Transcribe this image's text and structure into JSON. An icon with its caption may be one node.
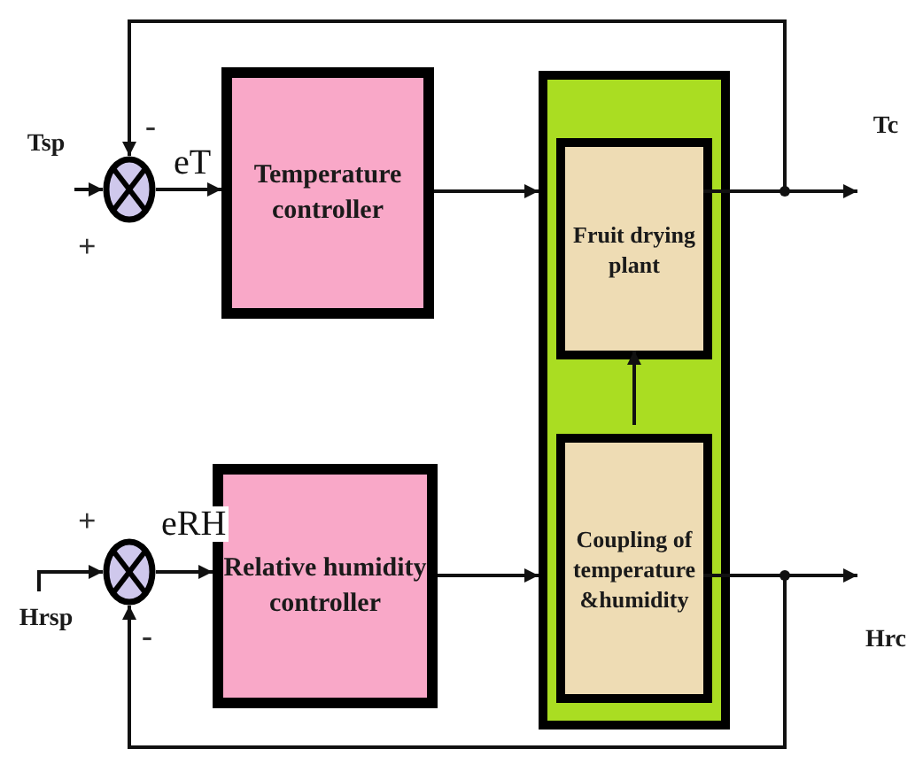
{
  "diagram": {
    "nodes": [
      {
        "text": [
          "Tsp"
        ]
      },
      {
        "text": [],
        "shape": "circle",
        "beside": [
          "-",
          "+"
        ]
      },
      {
        "text": [
          "Temperature controller"
        ]
      },
      {
        "text": [
          "Hrsp"
        ]
      },
      {
        "text": [],
        "shape": "circle",
        "beside": [
          "+",
          "-"
        ]
      },
      {
        "text": [
          "Relative humidity controller"
        ]
      },
      {
        "text": [],
        "shape": "box"
      },
      {
        "text": [
          "Fruit drying plant"
        ],
        "in": 6
      },
      {
        "text": [
          "Coupling of temperature &humidity"
        ],
        "in": 6
      },
      {
        "text": [
          "Tc"
        ]
      },
      {
        "text": [
          "Hrc"
        ]
      }
    ],
    "edges": [
      {
        "from": 0,
        "to": 1,
        "arrow": "to"
      },
      {
        "from": 1,
        "to": 2,
        "label": "eT",
        "arrow": "to"
      },
      {
        "from": 2,
        "to": 6,
        "arrow": "to"
      },
      {
        "from": 7,
        "to": 9,
        "arrow": "to"
      },
      {
        "from": 7,
        "to": 1,
        "arrow": "to"
      },
      {
        "from": 3,
        "to": 4,
        "arrow": "to"
      },
      {
        "from": 4,
        "to": 5,
        "label": "eRH",
        "arrow": "to"
      },
      {
        "from": 5,
        "to": 6,
        "arrow": "to"
      },
      {
        "from": 8,
        "to": 7,
        "arrow": "to"
      },
      {
        "from": 8,
        "to": 10,
        "arrow": "to"
      },
      {
        "from": 8,
        "to": 4,
        "arrow": "to"
      }
    ]
  }
}
